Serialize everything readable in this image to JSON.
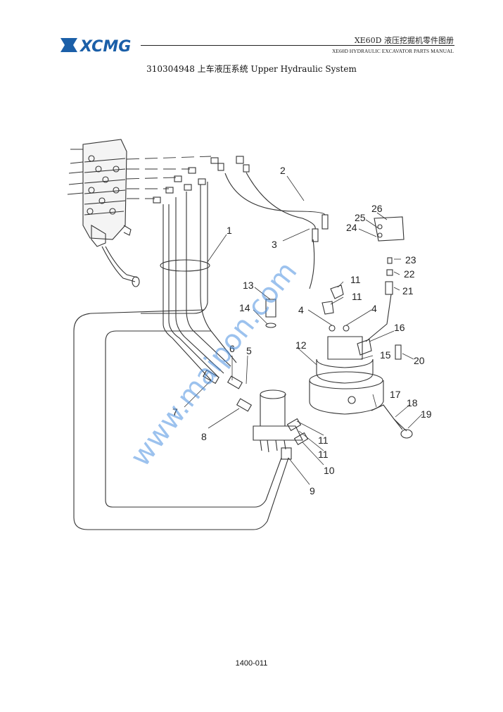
{
  "header": {
    "brand": "XCMG",
    "title_cn": "XE60D 液压挖掘机零件图册",
    "title_en": "XE60D HYDRAULIC EXCAVATOR PARTS MANUAL"
  },
  "diagram": {
    "title": "310304948 上车液压系统 Upper Hydraulic System",
    "callouts": [
      "1",
      "2",
      "3",
      "4",
      "4",
      "5",
      "6",
      "7",
      "8",
      "9",
      "10",
      "11",
      "11",
      "11",
      "11",
      "12",
      "13",
      "14",
      "15",
      "16",
      "17",
      "18",
      "19",
      "20",
      "21",
      "22",
      "23",
      "24",
      "25",
      "26"
    ]
  },
  "watermark": "www.maipon.com",
  "footer": {
    "page_number": "1400-011"
  }
}
